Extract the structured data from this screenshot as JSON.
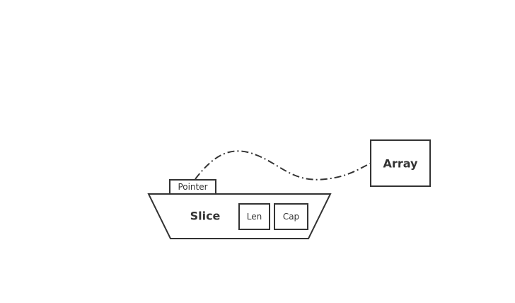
{
  "diagram": {
    "slice_label": "Slice",
    "pointer_label": "Pointer",
    "len_label": "Len",
    "cap_label": "Cap",
    "array_label": "Array"
  },
  "colors": {
    "stroke": "#333333",
    "text": "#333333",
    "background": "#ffffff"
  }
}
